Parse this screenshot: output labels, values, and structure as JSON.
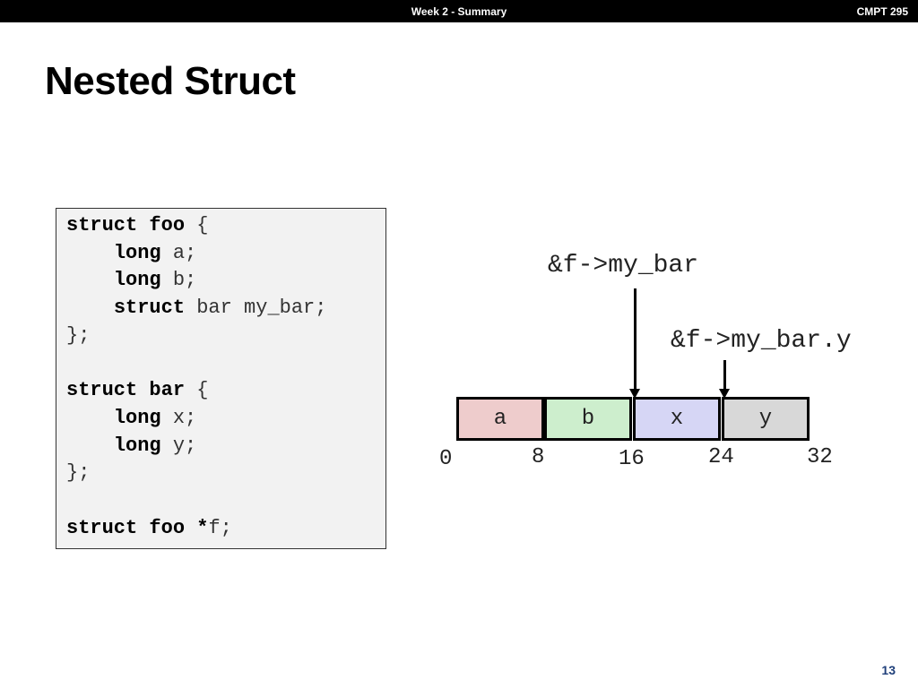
{
  "header": {
    "center_title": "Week 2 - Summary",
    "course": "CMPT 295"
  },
  "slide": {
    "title": "Nested Struct",
    "page_number": "13"
  },
  "code": {
    "lines": [
      [
        {
          "t": "struct foo",
          "kw": true
        },
        {
          "t": " {",
          "kw": false
        }
      ],
      [
        {
          "t": "    ",
          "kw": false
        },
        {
          "t": "long",
          "kw": true
        },
        {
          "t": " a;",
          "kw": false
        }
      ],
      [
        {
          "t": "    ",
          "kw": false
        },
        {
          "t": "long",
          "kw": true
        },
        {
          "t": " b;",
          "kw": false
        }
      ],
      [
        {
          "t": "    ",
          "kw": false
        },
        {
          "t": "struct",
          "kw": true
        },
        {
          "t": " bar my_bar;",
          "kw": false
        }
      ],
      [
        {
          "t": "};",
          "kw": false
        }
      ],
      [
        {
          "t": "",
          "kw": false
        }
      ],
      [
        {
          "t": "struct bar",
          "kw": true
        },
        {
          "t": " {",
          "kw": false
        }
      ],
      [
        {
          "t": "    ",
          "kw": false
        },
        {
          "t": "long",
          "kw": true
        },
        {
          "t": " x;",
          "kw": false
        }
      ],
      [
        {
          "t": "    ",
          "kw": false
        },
        {
          "t": "long",
          "kw": true
        },
        {
          "t": " y;",
          "kw": false
        }
      ],
      [
        {
          "t": "};",
          "kw": false
        }
      ],
      [
        {
          "t": "",
          "kw": false
        }
      ],
      [
        {
          "t": "struct foo *",
          "kw": true
        },
        {
          "t": "f;",
          "kw": false
        }
      ]
    ]
  },
  "diagram": {
    "pointer_labels": {
      "my_bar": "&f->my_bar",
      "my_bar_y": "&f->my_bar.y"
    },
    "cells": [
      {
        "name": "a",
        "color": "#eecccc"
      },
      {
        "name": "b",
        "color": "#cdeecd"
      },
      {
        "name": "x",
        "color": "#d6d6f5"
      },
      {
        "name": "y",
        "color": "#d8d8d8"
      }
    ],
    "offsets": [
      "0",
      "8",
      "16",
      "24",
      "32"
    ]
  }
}
